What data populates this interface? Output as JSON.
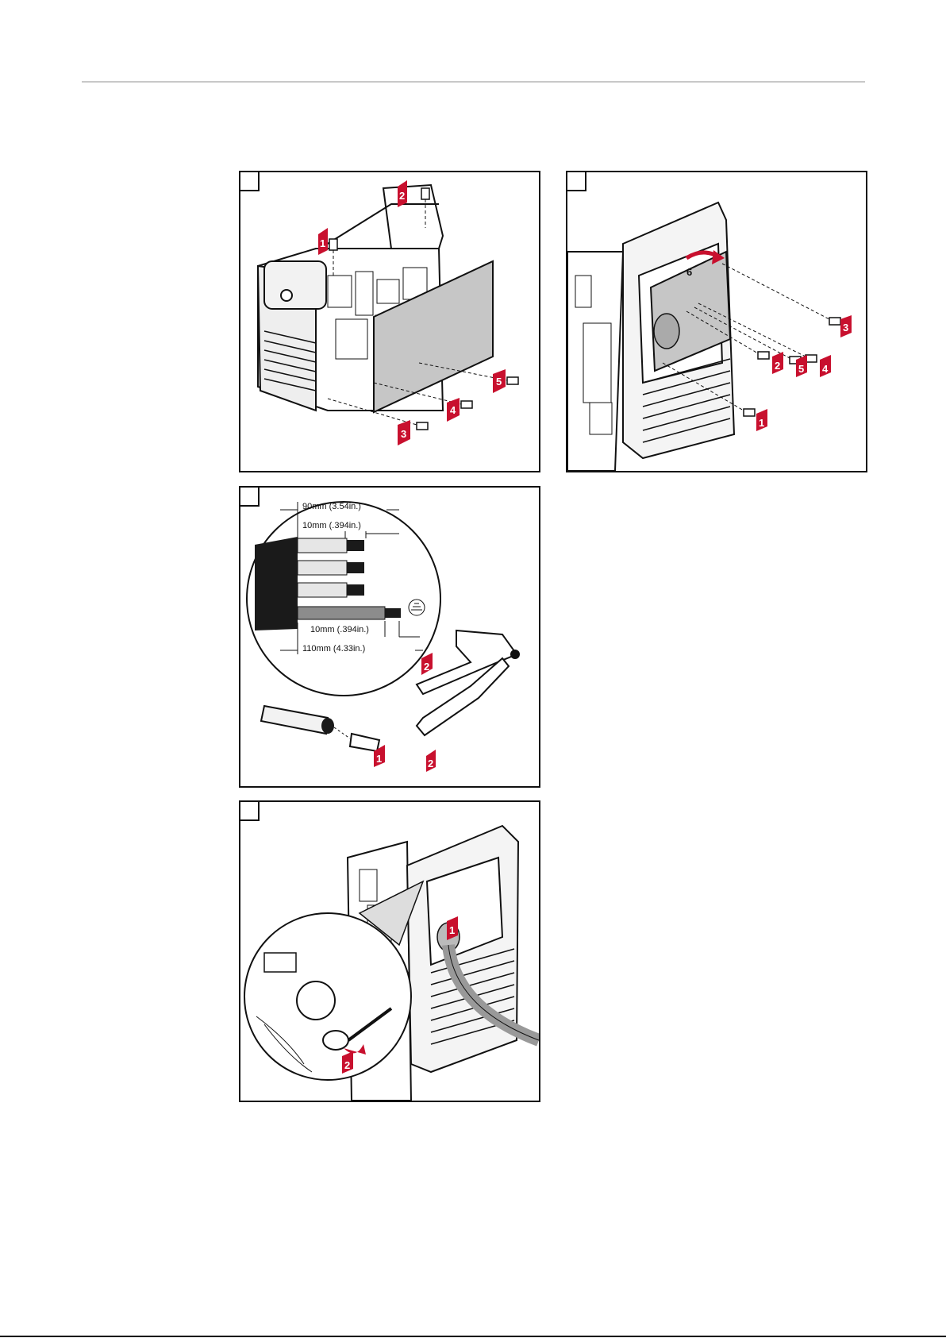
{
  "steps": [
    {
      "id": "panel-1",
      "arrows": [
        "1",
        "2",
        "3",
        "4",
        "5"
      ]
    },
    {
      "id": "panel-2",
      "arrows": [
        "1",
        "2",
        "3",
        "4",
        "5",
        "6"
      ]
    },
    {
      "id": "panel-3",
      "arrows": [
        "1",
        "2",
        "2"
      ],
      "dimensions": {
        "d1": "90mm (3.54in.)",
        "d2": "10mm (.394in.)",
        "d3": "10mm (.394in.)",
        "d4": "110mm (4.33in.)"
      }
    },
    {
      "id": "panel-4",
      "arrows": [
        "1",
        "2"
      ]
    }
  ],
  "colors": {
    "arrow_red": "#c8102e",
    "panel_grey": "#c6c6c6",
    "line": "#111111"
  }
}
